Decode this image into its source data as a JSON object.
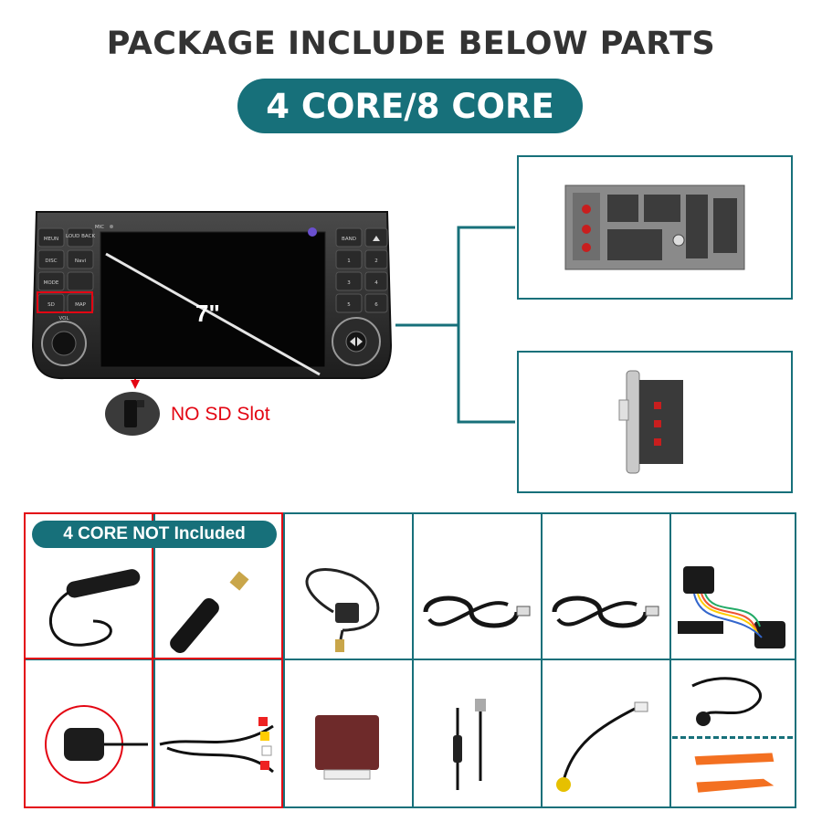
{
  "header": {
    "title": "PACKAGE INCLUDE BELOW PARTS",
    "core_badge": "4 CORE/8 CORE"
  },
  "head_unit": {
    "screen_size": "7\"",
    "left_buttons": [
      "MEUN",
      "LOUD BACK",
      "DISC",
      "Navi",
      "MODE",
      "SD",
      "MAP"
    ],
    "right_buttons": [
      "BAND",
      "1",
      "2",
      "3",
      "4",
      "5",
      "6"
    ],
    "mic_label": "MIC",
    "vol_label": "VOL",
    "no_sd_label": "NO SD Slot"
  },
  "parts": {
    "not_included_label": "4 CORE NOT Included"
  },
  "colors": {
    "accent": "#17707a",
    "highlight_red": "#e30613",
    "headline": "#333333"
  }
}
